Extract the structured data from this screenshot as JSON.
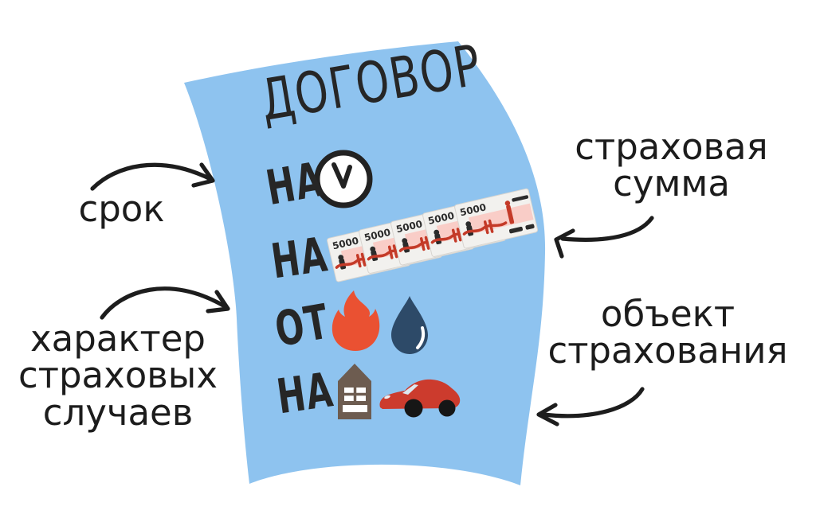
{
  "figure": {
    "title": "ДОГОВОР",
    "rows": [
      {
        "preposition": "НА",
        "icons": [
          "clock-icon"
        ]
      },
      {
        "preposition": "НА",
        "icons": [
          "banknotes-icon"
        ]
      },
      {
        "preposition": "ОТ",
        "icons": [
          "fire-icon",
          "water-drop-icon"
        ]
      },
      {
        "preposition": "НА",
        "icons": [
          "house-icon",
          "car-icon"
        ]
      }
    ]
  },
  "banknote": {
    "denomination": "5000"
  },
  "annotations": {
    "term": {
      "text": "срок"
    },
    "sum": {
      "lines": [
        "страховая",
        "сумма"
      ]
    },
    "cases": {
      "lines": [
        "характер",
        "страховых",
        "случаев"
      ]
    },
    "object": {
      "lines": [
        "объект",
        "страхования"
      ]
    }
  },
  "colors": {
    "paper": "#8ec3ef",
    "ink": "#1d1d1d",
    "fire": "#ea5132",
    "drop": "#2d4a68",
    "house": "#6d5c50",
    "car": "#cc3b2d",
    "wheel": "#161616",
    "note_bg": "#f2f1ee",
    "note_pink": "#f9cdc7",
    "note_red": "#c43a28",
    "note_ink": "#2b2b2b"
  }
}
